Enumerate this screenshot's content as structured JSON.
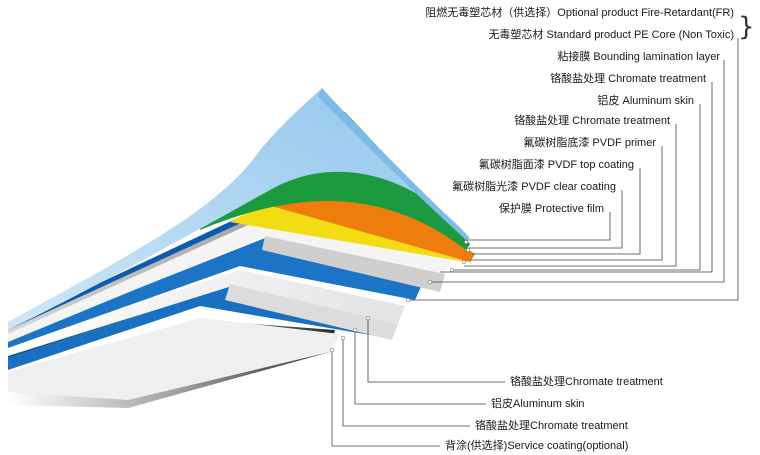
{
  "diagram": {
    "top_labels": [
      {
        "id": "fr-core",
        "text": "阻燃无毒塑芯材（供选择）Optional product Fire-Retardant(FR)"
      },
      {
        "id": "pe-core",
        "text": "无毒塑芯材 Standard product PE Core (Non Toxic)"
      },
      {
        "id": "bonding-layer",
        "text": "粘接膜 Bounding lamination layer"
      },
      {
        "id": "chromate-upper-1",
        "text": "铬酸盐处理 Chromate treatment"
      },
      {
        "id": "aluminum-upper",
        "text": "铝皮 Aluminum skin"
      },
      {
        "id": "chromate-upper-2",
        "text": "铬酸盐处理 Chromate treatment"
      },
      {
        "id": "pvdf-primer",
        "text": "氟碳树脂底漆  PVDF primer"
      },
      {
        "id": "pvdf-top",
        "text": "氟碳树脂面漆  PVDF top coating"
      },
      {
        "id": "pvdf-clear",
        "text": "氟碳树脂光漆  PVDF clear coating"
      },
      {
        "id": "protective-film",
        "text": "保护膜  Protective film"
      }
    ],
    "bottom_labels": [
      {
        "id": "chromate-lower-1",
        "text": "铬酸盐处理Chromate treatment"
      },
      {
        "id": "aluminum-lower",
        "text": "铝皮Aluminum skin"
      },
      {
        "id": "chromate-lower-2",
        "text": "铬酸盐处理Chromate treatment"
      },
      {
        "id": "service-coating",
        "text": "背涂(供选择)Service coating(optional)"
      }
    ],
    "brace_symbol": "}",
    "layer_colors": {
      "protective_film": "#a9d4f2",
      "green": "#1c9a3f",
      "orange": "#ef7d0c",
      "yellow": "#f2dc14",
      "blue": "#1366b8",
      "grey": "#8c8c8c",
      "light": "#f2f2f2",
      "core_dark": "#3a3a3a"
    }
  }
}
